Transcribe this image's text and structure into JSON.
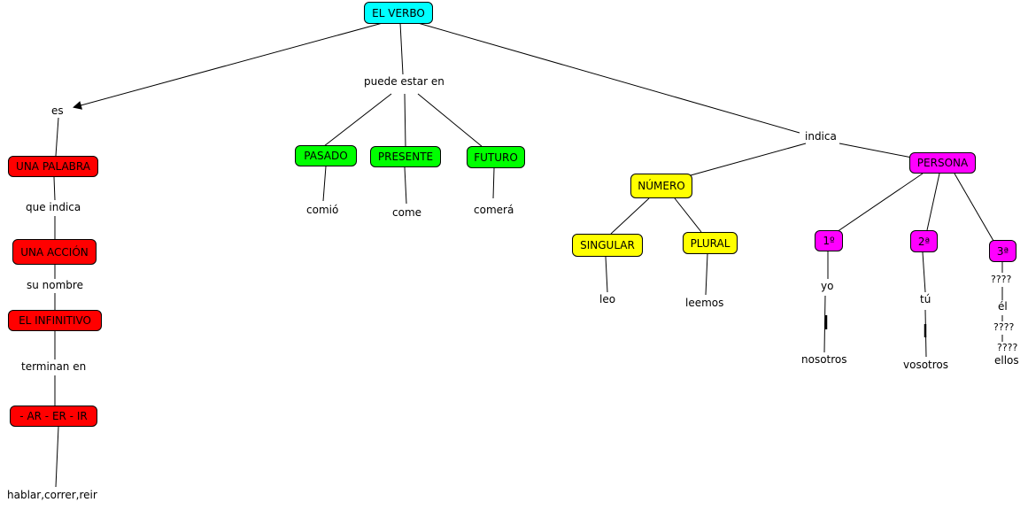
{
  "nodes": {
    "root": "EL VERBO",
    "palabra": "UNA PALABRA",
    "accion": "UNA ACCIÓN",
    "infinitivo": "EL INFINITIVO",
    "terminaciones": "- AR - ER - IR",
    "pasado": "PASADO",
    "presente": "PRESENTE",
    "futuro": "FUTURO",
    "numero": "NÚMERO",
    "persona": "PERSONA",
    "singular": "SINGULAR",
    "plural": "PLURAL",
    "p1": "1º",
    "p2": "2ª",
    "p3": "3ª"
  },
  "labels": {
    "es": "es",
    "que_indica": "que indica",
    "su_nombre": "su nombre",
    "terminan_en": "terminan en",
    "hablar": "hablar,correr,reir",
    "puede_estar_en": "puede estar en",
    "comio": "comió",
    "come": "come",
    "comera": "comerá",
    "indica": "indica",
    "leo": "leo",
    "leemos": "leemos",
    "yo": "yo",
    "nosotros": "nosotros",
    "tu": "tú",
    "vosotros": "vosotros",
    "q1": "????",
    "el": "él",
    "q2": "????",
    "q3": "????",
    "ellos": "ellos"
  },
  "colors": {
    "root": "#00ffff",
    "red": "#ff0000",
    "green": "#00ff00",
    "yellow": "#ffff00",
    "magenta": "#ff00ff",
    "line": "#000000"
  }
}
